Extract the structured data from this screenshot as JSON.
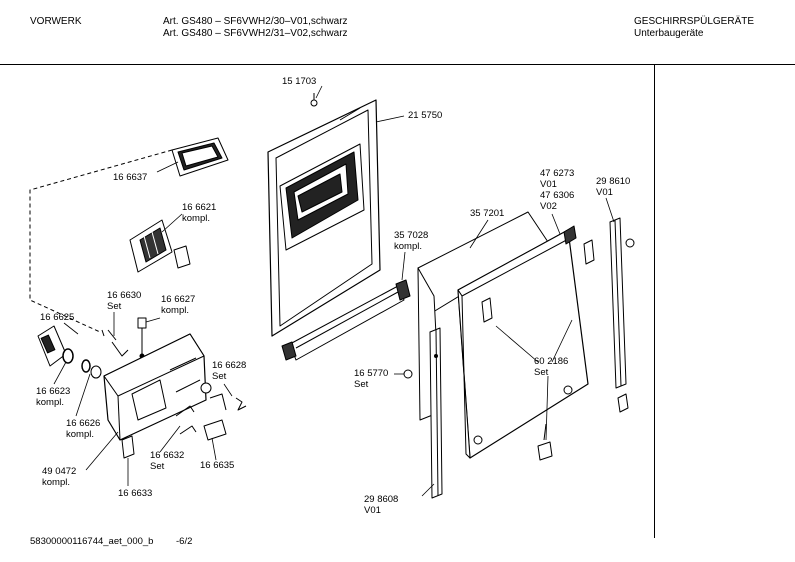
{
  "header": {
    "brand": "VORWERK",
    "article_line_1": "Art. GS480 – SF6VWH2/30–V01,schwarz",
    "article_line_2": "Art. GS480 – SF6VWH2/31–V02,schwarz",
    "category": "GESCHIRRSPÜLGERÄTE",
    "subcategory": "Unterbaugeräte"
  },
  "parts": [
    {
      "lines": [
        "15 1703"
      ]
    },
    {
      "lines": [
        "21 5750"
      ]
    },
    {
      "lines": [
        "16 6637"
      ]
    },
    {
      "lines": [
        "16 6621",
        "kompl."
      ]
    },
    {
      "lines": [
        "35 7028",
        "kompl."
      ]
    },
    {
      "lines": [
        "35 7201"
      ]
    },
    {
      "lines": [
        "47 6273",
        "V01",
        "47 6306",
        "V02"
      ]
    },
    {
      "lines": [
        "29 8610",
        "V01"
      ]
    },
    {
      "lines": [
        "16 6630",
        "Set"
      ]
    },
    {
      "lines": [
        "16 6627",
        "kompl."
      ]
    },
    {
      "lines": [
        "16 6625"
      ]
    },
    {
      "lines": [
        "16 6623",
        "kompl."
      ]
    },
    {
      "lines": [
        "16 6626",
        "kompl."
      ]
    },
    {
      "lines": [
        "16 6628",
        "Set"
      ]
    },
    {
      "lines": [
        "16 5770",
        "Set"
      ]
    },
    {
      "lines": [
        "60 2186",
        "Set"
      ]
    },
    {
      "lines": [
        "49 0472",
        "kompl."
      ]
    },
    {
      "lines": [
        "16 6632",
        "Set"
      ]
    },
    {
      "lines": [
        "16 6635"
      ]
    },
    {
      "lines": [
        "16 6633"
      ]
    },
    {
      "lines": [
        "29 8608",
        "V01"
      ]
    }
  ],
  "footer": {
    "doc_id": "58300000116744_aet_000_b",
    "page": "-6/2"
  }
}
